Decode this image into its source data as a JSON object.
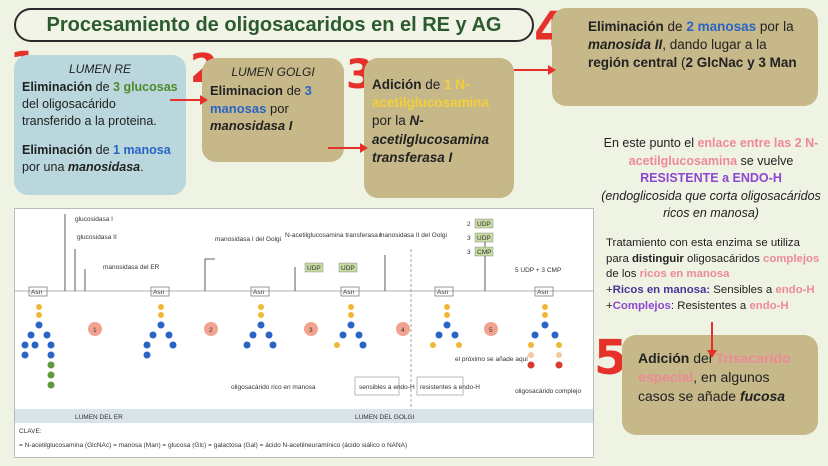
{
  "title": "Procesamiento de oligosacaridos en el RE y AG",
  "steps": {
    "n1": "1",
    "n2": "2",
    "n3": "3",
    "n4": "4",
    "n5": "5",
    "box1": {
      "lumen": "LUMEN RE",
      "p1_b": "Eliminación",
      "p1_t1": " de ",
      "p1_g": "3 glucosas",
      "p1_t2": " del oligosacárido transferido a la proteina.",
      "p2_b": "Eliminación",
      "p2_t1": " de ",
      "p2_blue": "1 manosa",
      "p2_t2": " por una ",
      "p2_bi": "manosidasa",
      "p2_t3": "."
    },
    "box2": {
      "lumen": "LUMEN GOLGI",
      "b": "Eliminacion",
      "t1": " de ",
      "blue": "3 manosas",
      "t2": " por ",
      "bi": "manosidasa I"
    },
    "box3": {
      "b": "Adición",
      "t1": " de ",
      "yellow": "1 N-acetilglucosamina",
      "t2": " por la ",
      "bi": "N-acetilglucosamina transferasa I"
    },
    "box4": {
      "b": "Eliminación",
      "t1": " de ",
      "blue": "2 manosas",
      "t2": " por la ",
      "bi": "manosida II",
      "t3": ", dando lugar a la ",
      "b2": "región central",
      "t4": " (",
      "b3": "2 GlcNac y 3 Man"
    },
    "box5": {
      "b": "Adición",
      "t1": " del ",
      "pink": "Trisacarido especial",
      "t2": ", en algunos casos se añade ",
      "bi": "fucosa"
    }
  },
  "note1": {
    "t1": "En este punto el ",
    "pink1": "enlace entre las 2 N-acetilglucosamina",
    "t2": " se vuelve ",
    "purple": "RESISTENTE a ENDO-H",
    "italic": "(endoglicosida que corta oligosacáridos ricos en manosa)"
  },
  "note2": {
    "t1": "Tratamiento con esta enzima se utiliza para ",
    "b": "distinguir",
    "t2": " oligosacáridos ",
    "pink1": "complejos",
    "t3": " de los ",
    "pink2": "ricos en manosa",
    "l2a": "+",
    "l2b": "Ricos en manosa:",
    "l2c": " Sensibles a ",
    "l2d": "endo-H",
    "l3a": "+",
    "l3b": "Complejos",
    "l3c": ": Resistentes a ",
    "l3d": "endo-H"
  },
  "diagram": {
    "labels": {
      "glucosidasa1": "glucosidasa I",
      "glucosidasa2": "glucosidasa II",
      "manosidasa_er": "manosidasa del ER",
      "manosidasa_golgi": "manosidasa I del Golgi",
      "nacetil": "N-acetilglucosamina transferasa I",
      "manosidasa2": "manosidasa II del Golgi",
      "udp": "UDP",
      "cmp": "CMP",
      "rico": "oligosacárido rico en manosa",
      "sensibles": "sensibles a endo-H",
      "resistentes": "resistentes a endo-H",
      "proximo": "el próximo se añade aquí",
      "complejo": "oligosacárido complejo",
      "asn": "Asn",
      "lumen_er": "LUMEN DEL ER",
      "lumen_golgi": "LUMEN DEL GOLGI",
      "clave": "CLAVE:",
      "key": "= N-acetilglucosamina (GlcNAc)  = manosa (Man)  = glucosa (Glc)  = galactosa (Gal)  = ácido N-acetilneuramínico (ácido siálico o NANA)",
      "udp_cmp": "5 UDP + 3 CMP",
      "n2udp": "2",
      "n3udp": "3",
      "n3cmp": "3",
      "s1": "1",
      "s2": "2",
      "s3": "3",
      "s4": "4",
      "s5": "5"
    }
  },
  "colors": {
    "accent_red": "#e6312a",
    "green_title": "#2c5b2f",
    "box_tan": "#c6b889",
    "box_blue": "#b9d7dd"
  }
}
